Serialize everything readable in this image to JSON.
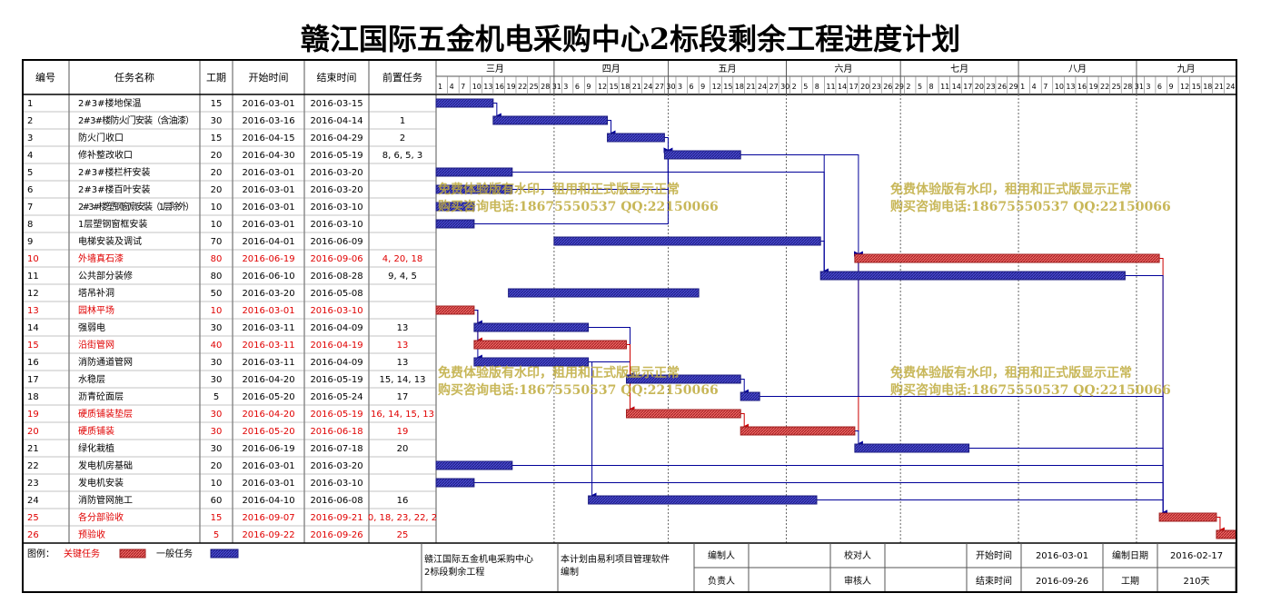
{
  "title": "赣江国际五金机电采购中心2标段剩余工程进度计划",
  "headers": {
    "id": "编号",
    "name": "任务名称",
    "duration": "工期",
    "start": "开始时间",
    "end": "结束时间",
    "pred": "前置任务"
  },
  "months": [
    "三月",
    "四月",
    "五月",
    "六月",
    "七月",
    "八月",
    "九月"
  ],
  "day_ticks": [
    "1",
    "4",
    "7",
    "10",
    "13",
    "16",
    "19",
    "22",
    "25",
    "28",
    "31",
    "3",
    "6",
    "9",
    "12",
    "15",
    "18",
    "21",
    "24",
    "27",
    "30",
    "3",
    "6",
    "9",
    "12",
    "15",
    "18",
    "21",
    "24",
    "27",
    "30",
    "2",
    "5",
    "8",
    "11",
    "14",
    "17",
    "20",
    "23",
    "26",
    "29",
    "2",
    "5",
    "8",
    "11",
    "14",
    "17",
    "20",
    "23",
    "26",
    "29",
    "1",
    "4",
    "7",
    "10",
    "13",
    "16",
    "19",
    "22",
    "25",
    "28",
    "31",
    "3",
    "6",
    "9",
    "12",
    "15",
    "18",
    "21",
    "24"
  ],
  "tasks": [
    {
      "id": "1",
      "name": "2#3#楼地保温",
      "dur": "15",
      "start": "2016-03-01",
      "end": "2016-03-15",
      "pred": "",
      "critical": false
    },
    {
      "id": "2",
      "name": "2#3#楼防火门安装（含油漆）",
      "dur": "30",
      "start": "2016-03-16",
      "end": "2016-04-14",
      "pred": "1",
      "critical": false
    },
    {
      "id": "3",
      "name": "防火门收口",
      "dur": "15",
      "start": "2016-04-15",
      "end": "2016-04-29",
      "pred": "2",
      "critical": false
    },
    {
      "id": "4",
      "name": "修补整改收口",
      "dur": "20",
      "start": "2016-04-30",
      "end": "2016-05-19",
      "pred": "8, 6, 5, 3",
      "critical": false
    },
    {
      "id": "5",
      "name": "2#3#楼栏杆安装",
      "dur": "20",
      "start": "2016-03-01",
      "end": "2016-03-20",
      "pred": "",
      "critical": false
    },
    {
      "id": "6",
      "name": "2#3#楼百叶安装",
      "dur": "20",
      "start": "2016-03-01",
      "end": "2016-03-20",
      "pred": "",
      "critical": false
    },
    {
      "id": "7",
      "name": "2#3#楼塑钢窗扇安装（1层除外）",
      "dur": "10",
      "start": "2016-03-01",
      "end": "2016-03-10",
      "pred": "",
      "critical": false
    },
    {
      "id": "8",
      "name": "1层塑钢窗框安装",
      "dur": "10",
      "start": "2016-03-01",
      "end": "2016-03-10",
      "pred": "",
      "critical": false
    },
    {
      "id": "9",
      "name": "电梯安装及调试",
      "dur": "70",
      "start": "2016-04-01",
      "end": "2016-06-09",
      "pred": "",
      "critical": false
    },
    {
      "id": "10",
      "name": "外墙真石漆",
      "dur": "80",
      "start": "2016-06-19",
      "end": "2016-09-06",
      "pred": "4, 20, 18",
      "critical": true
    },
    {
      "id": "11",
      "name": "公共部分装修",
      "dur": "80",
      "start": "2016-06-10",
      "end": "2016-08-28",
      "pred": "9, 4, 5",
      "critical": false
    },
    {
      "id": "12",
      "name": "塔吊补洞",
      "dur": "50",
      "start": "2016-03-20",
      "end": "2016-05-08",
      "pred": "",
      "critical": false
    },
    {
      "id": "13",
      "name": "园林平场",
      "dur": "10",
      "start": "2016-03-01",
      "end": "2016-03-10",
      "pred": "",
      "critical": true
    },
    {
      "id": "14",
      "name": "强弱电",
      "dur": "30",
      "start": "2016-03-11",
      "end": "2016-04-09",
      "pred": "13",
      "critical": false
    },
    {
      "id": "15",
      "name": "沿街管网",
      "dur": "40",
      "start": "2016-03-11",
      "end": "2016-04-19",
      "pred": "13",
      "critical": true
    },
    {
      "id": "16",
      "name": "消防通道管网",
      "dur": "30",
      "start": "2016-03-11",
      "end": "2016-04-09",
      "pred": "13",
      "critical": false
    },
    {
      "id": "17",
      "name": "水稳层",
      "dur": "30",
      "start": "2016-04-20",
      "end": "2016-05-19",
      "pred": "15, 14, 13",
      "critical": false
    },
    {
      "id": "18",
      "name": "沥青砼面层",
      "dur": "5",
      "start": "2016-05-20",
      "end": "2016-05-24",
      "pred": "17",
      "critical": false
    },
    {
      "id": "19",
      "name": "硬质铺装垫层",
      "dur": "30",
      "start": "2016-04-20",
      "end": "2016-05-19",
      "pred": "16, 14, 15, 13",
      "critical": true
    },
    {
      "id": "20",
      "name": "硬质铺装",
      "dur": "30",
      "start": "2016-05-20",
      "end": "2016-06-18",
      "pred": "19",
      "critical": true
    },
    {
      "id": "21",
      "name": "绿化栽植",
      "dur": "30",
      "start": "2016-06-19",
      "end": "2016-07-18",
      "pred": "20",
      "critical": false
    },
    {
      "id": "22",
      "name": "发电机房基础",
      "dur": "20",
      "start": "2016-03-01",
      "end": "2016-03-20",
      "pred": "",
      "critical": false
    },
    {
      "id": "23",
      "name": "发电机安装",
      "dur": "10",
      "start": "2016-03-01",
      "end": "2016-03-10",
      "pred": "",
      "critical": false
    },
    {
      "id": "24",
      "name": "消防管网施工",
      "dur": "60",
      "start": "2016-04-10",
      "end": "2016-06-08",
      "pred": "16",
      "critical": false
    },
    {
      "id": "25",
      "name": "各分部验收",
      "dur": "15",
      "start": "2016-09-07",
      "end": "2016-09-21",
      "pred": "0, 18, 23, 22, 2",
      "critical": true
    },
    {
      "id": "26",
      "name": "预验收",
      "dur": "5",
      "start": "2016-09-22",
      "end": "2016-09-26",
      "pred": "25",
      "critical": true
    }
  ],
  "legend": {
    "label": "图例：",
    "critical": "关键任务",
    "normal": "一般任务"
  },
  "footer": {
    "project": "赣江国际五金机电采购中心2标段剩余工程",
    "software": "本计划由易利项目管理软件编制",
    "compiler": "编制人",
    "checker": "校对人",
    "owner": "负责人",
    "reviewer": "审核人",
    "start_label": "开始时间",
    "start_value": "2016-03-01",
    "date_label": "编制日期",
    "date_value": "2016-02-17",
    "end_label": "结束时间",
    "end_value": "2016-09-26",
    "dur_label": "工期",
    "dur_value": "210天"
  },
  "watermark": {
    "line1": "免费体验版有水印，租用和正式版显示正常",
    "line2": "购买咨询电话:18675550537 QQ:22150066"
  },
  "colors": {
    "critical": "#e05050",
    "normal": "#3a3aaa",
    "critical_text": "#e00000",
    "link": "#000099",
    "critical_link": "#cc0000"
  }
}
